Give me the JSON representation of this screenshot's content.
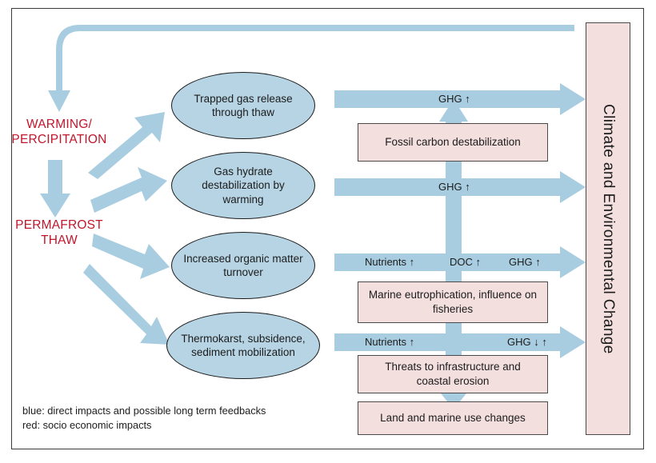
{
  "figure": {
    "title": "Permafrost thaw impacts flow diagram",
    "colors": {
      "blue_fill": "#b6d4e4",
      "blue_arrow": "#a9cde0",
      "pink_fill": "#f4dfdf",
      "red_text": "#c0162c",
      "outline": "#3b3b3b"
    }
  },
  "drivers": [
    {
      "id": "warming",
      "label": "WARMING/\nPERCIPITATION",
      "line1": "WARMING/",
      "line2": "PERCIPITATION"
    },
    {
      "id": "permafrost",
      "label": "PERMAFROST\nTHAW",
      "line1": "PERMAFROST",
      "line2": "THAW"
    }
  ],
  "processes": [
    {
      "id": "trapped-gas",
      "label": "Trapped gas release through thaw"
    },
    {
      "id": "gas-hydrate",
      "label": "Gas hydrate destabilization by warming"
    },
    {
      "id": "organic-matter",
      "label": "Increased organic matter turnover"
    },
    {
      "id": "thermokarst",
      "label": "Thermokarst, subsidence, sediment mobilization"
    }
  ],
  "impact_boxes": [
    {
      "id": "fossil-carbon",
      "label": "Fossil carbon destabilization"
    },
    {
      "id": "marine-eutrophication",
      "label": "Marine eutrophication, influence on fisheries"
    },
    {
      "id": "infrastructure-threats",
      "label": "Threats to infrastructure and coastal erosion"
    },
    {
      "id": "land-use-changes",
      "label": "Land and marine use changes"
    }
  ],
  "flux_bands": [
    {
      "id": "band-1",
      "labels": [
        "GHG  ↑"
      ]
    },
    {
      "id": "band-2",
      "labels": [
        "GHG  ↑"
      ]
    },
    {
      "id": "band-3",
      "labels": [
        "Nutrients  ↑",
        "DOC  ↑",
        "GHG ↑"
      ]
    },
    {
      "id": "band-4",
      "labels": [
        "Nutrients  ↑",
        "GHG ↓ ↑"
      ]
    }
  ],
  "band_label_text": {
    "b1_ghg": "GHG   ↑",
    "b2_ghg": "GHG   ↑",
    "b3_nutrients": "Nutrients   ↑",
    "b3_doc": "DOC  ↑",
    "b3_ghg": "GHG ↑",
    "b4_nutrients": "Nutrients   ↑",
    "b4_ghg": "GHG ↓ ↑"
  },
  "outcome": {
    "id": "climate-change-bar",
    "label": "Climate and Environmental Change"
  },
  "legend": {
    "line1": "blue: direct impacts and possible long term feedbacks",
    "line2": "red: socio economic impacts"
  }
}
